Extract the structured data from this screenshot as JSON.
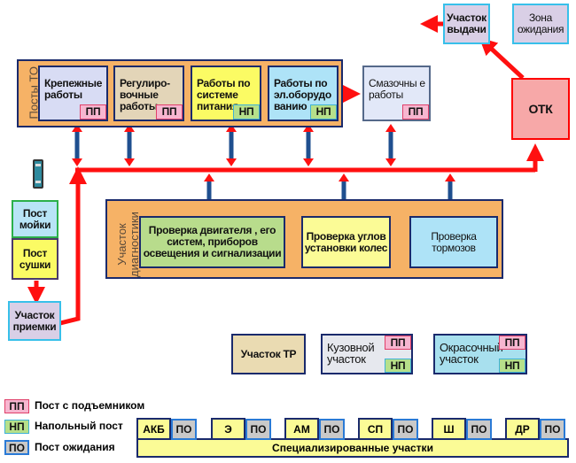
{
  "legend": {
    "pp": {
      "code": "ПП",
      "label": "Пост с подъемником"
    },
    "np": {
      "code": "НП",
      "label": "Напольный пост"
    },
    "po": {
      "code": "ПО",
      "label": "Пост  ожидания"
    }
  },
  "top_right": {
    "issue": "Участок выдачи",
    "waiting_zone": "Зона ожидания",
    "otk": "ОТК"
  },
  "to_posts": {
    "group_label": "Посты ТО",
    "items": [
      {
        "label": "Крепежные работы",
        "tag": "ПП"
      },
      {
        "label": "Регулиро-вочные работы",
        "tag": "ПП"
      },
      {
        "label": "Работы по системе питания",
        "tag": "НП"
      },
      {
        "label": "Работы по эл.оборудо ванию",
        "tag": "НП"
      }
    ],
    "lubrication": {
      "label": "Смазочны е работы",
      "tag": "ПП"
    }
  },
  "left_column": {
    "wash": "Пост мойки",
    "dry": "Пост сушки",
    "reception": "Участок приемки"
  },
  "diagnostics": {
    "group_label": "Участок диагностики",
    "engine": "Проверка двигателя , его систем, приборов освещения и сигнализации",
    "wheels": "Проверка углов установки колес",
    "brakes": "Проверка тормозов"
  },
  "repair": {
    "tr": "Участок ТР",
    "body": {
      "label": "Кузовной участок",
      "tags": [
        "ПП",
        "НП"
      ]
    },
    "paint": {
      "label": "Окрасочный участок",
      "tags": [
        "ПП",
        "НП"
      ]
    }
  },
  "specialized": {
    "label": "Специализированные участки",
    "items": [
      {
        "code": "АКБ",
        "wait": "ПО"
      },
      {
        "code": "Э",
        "wait": "ПО"
      },
      {
        "code": "АМ",
        "wait": "ПО"
      },
      {
        "code": "СП",
        "wait": "ПО"
      },
      {
        "code": "Ш",
        "wait": "ПО"
      },
      {
        "code": "ДР",
        "wait": "ПО"
      }
    ]
  },
  "colors": {
    "flow_red": "#ff1010",
    "link_blue": "#1f4f8f",
    "group_orange": "#f6b266",
    "border_navy": "#1a2a6c"
  }
}
